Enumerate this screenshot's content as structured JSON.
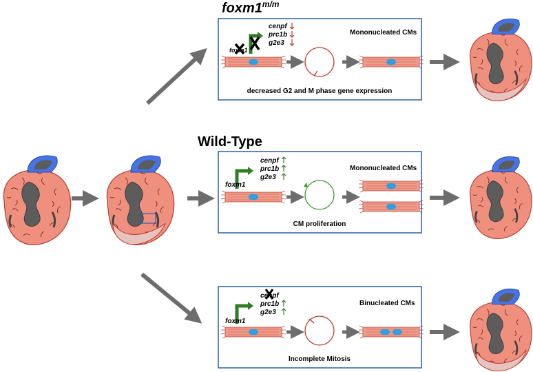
{
  "colors": {
    "panel_border": "#2b5fa8",
    "gene_up": "#2f7d24",
    "gene_down": "#b33a2a",
    "cycle_ok": "#3a9a2c",
    "cycle_fail": "#c0392b",
    "arrow_gray": "#6d6d6d",
    "heart_pink": "#ef8f7e",
    "atrium_blue": "#4673e6",
    "injury": "#e6c4bd",
    "cell_pink": "#ef9d8a",
    "nucleus": "#2f9fe0"
  },
  "icons": [
    "heart-icon",
    "injured-heart-icon",
    "cardiomyocyte-icon",
    "nucleus-icon",
    "cell-cycle-icon",
    "gene-arrow-icon",
    "x-mark-icon",
    "up-arrow-icon",
    "down-arrow-icon",
    "process-arrow-icon"
  ],
  "panels": {
    "mutant": {
      "title": "foxm1",
      "title_sup": "m/m",
      "gene_label": "foxm1",
      "genes": [
        "cenpf",
        "prc1b",
        "g2e3"
      ],
      "directions": [
        "down",
        "down",
        "down"
      ],
      "outcome": "Mononucleated CMs",
      "caption": "decreased G2 and M phase gene expression"
    },
    "wildtype": {
      "title": "Wild-Type",
      "gene_label": "foxm1",
      "genes": [
        "cenpf",
        "prc1b",
        "g2e3"
      ],
      "directions": [
        "up",
        "up",
        "up"
      ],
      "outcome": "Mononucleated CMs",
      "caption": "CM proliferation"
    },
    "incomplete": {
      "gene_label": "foxm1",
      "genes": [
        "cenpf",
        "prc1b",
        "g2e3"
      ],
      "directions": [
        "none",
        "up",
        "up"
      ],
      "outcome": "Binucleated CMs",
      "caption": "Incomplete Mitosis"
    }
  }
}
